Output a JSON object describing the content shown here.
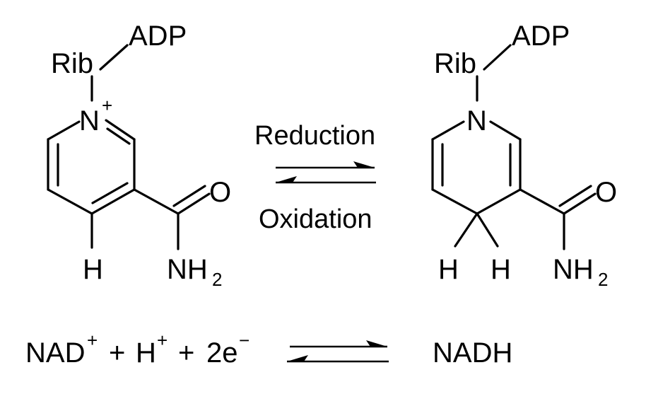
{
  "left_molecule": {
    "rib": "Rib",
    "adp": "ADP",
    "n": "N",
    "n_charge": "+",
    "o": "O",
    "h": "H",
    "nh": "NH",
    "nh_sub": "2"
  },
  "right_molecule": {
    "rib": "Rib",
    "adp": "ADP",
    "n": "N",
    "o": "O",
    "h_left": "H",
    "h_right": "H",
    "nh": "NH",
    "nh_sub": "2"
  },
  "reaction": {
    "forward_label": "Reduction",
    "reverse_label": "Oxidation"
  },
  "equation": {
    "nad": "NAD",
    "nad_charge": "+",
    "plus1": "+",
    "h": "H",
    "h_charge": "+",
    "plus2": "+",
    "electrons": "2e",
    "electron_charge": "−",
    "product": "NADH"
  }
}
